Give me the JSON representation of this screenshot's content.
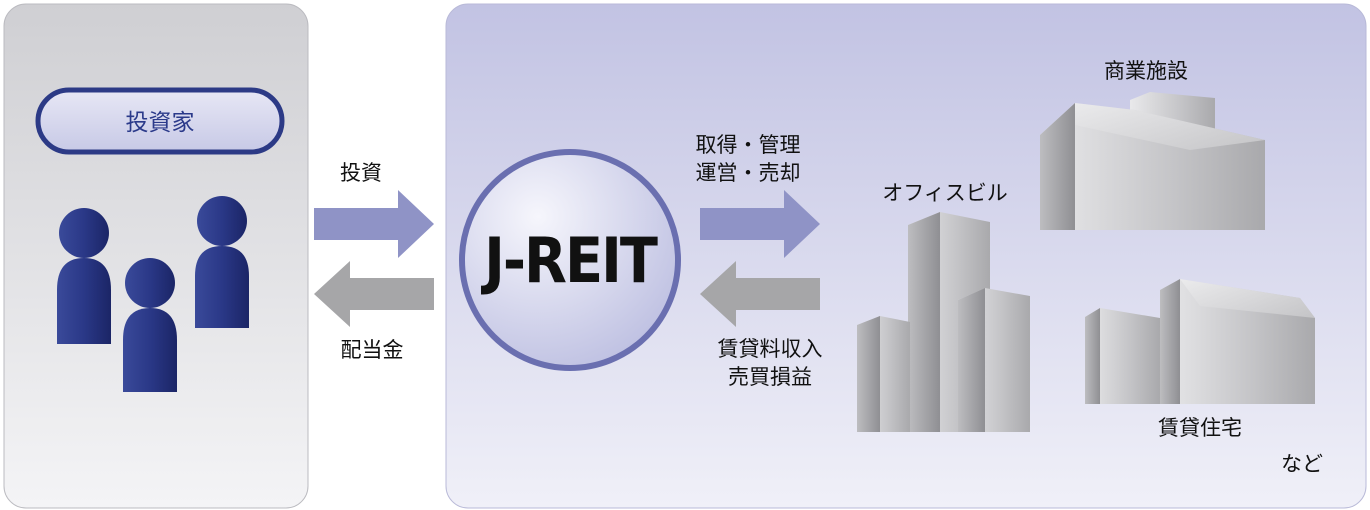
{
  "investor_panel": {
    "title": "投資家"
  },
  "center": {
    "label": "J-REIT"
  },
  "flows": {
    "invest": "投資",
    "dividend": "配当金",
    "acquire_line1": "取得・管理",
    "acquire_line2": "運営・売却",
    "income_line1": "賃貸料収入",
    "income_line2": "売買損益"
  },
  "properties": {
    "commercial": "商業施設",
    "office": "オフィスビル",
    "residential": "賃貸住宅",
    "etc": "など"
  },
  "colors": {
    "investor_bg": "#d9d9dc",
    "reit_bg": "#c8c9e6",
    "people": "#2c3a86",
    "arrow_blue": "#8f93c6",
    "arrow_gray": "#a6a6a8",
    "circle_stroke": "#6a6fb0"
  }
}
